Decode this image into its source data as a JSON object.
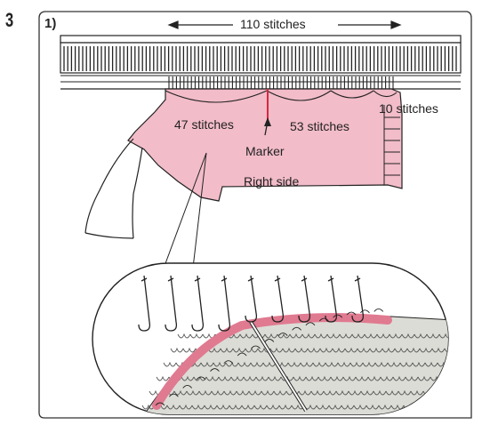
{
  "step_number": "3",
  "panel_label": "1)",
  "labels": {
    "total_stitches": "110 stitches",
    "left_stitches": "47 stitches",
    "right_stitches": "53 stitches",
    "side_stitches": "10 stitches",
    "marker": "Marker",
    "right_side": "Right side"
  },
  "colors": {
    "fabric_pink": "#f2bcc9",
    "yarn_pink": "#e07a90",
    "knit_grey": "#dcdcd6",
    "outline": "#222222",
    "marker_red": "#d8283f"
  },
  "icons": {
    "needle_hooks": 9
  }
}
